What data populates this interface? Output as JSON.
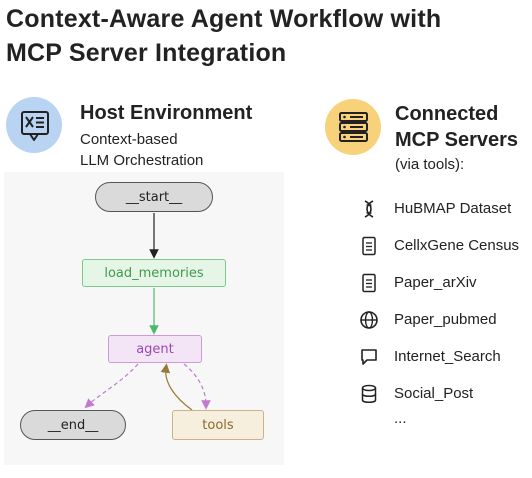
{
  "title": {
    "line1": "Context-Aware Agent Workflow with",
    "line2": "MCP Server Integration"
  },
  "host": {
    "icon": "chat-document-icon",
    "heading": "Host Environment",
    "sub1": "Context-based",
    "sub2": "LLM Orchestration"
  },
  "graph": {
    "nodes": {
      "start": "__start__",
      "load_memories": "load_memories",
      "agent": "agent",
      "end": "__end__",
      "tools": "tools"
    },
    "colors": {
      "start_end": "#dadada",
      "load_memories": "#7cc98a",
      "agent": "#cf9ad8",
      "tools": "#c9b48a"
    }
  },
  "mcp": {
    "icon": "server-stack-icon",
    "heading1": "Connected",
    "heading2": "MCP Servers",
    "sub": "(via tools):",
    "items": [
      {
        "label": "HuBMAP Dataset",
        "icon": "dna-icon"
      },
      {
        "label": "CellxGene Census",
        "icon": "document-icon"
      },
      {
        "label": "Paper_arXiv",
        "icon": "document-icon"
      },
      {
        "label": "Paper_pubmed",
        "icon": "globe-icon"
      },
      {
        "label": "Internet_Search",
        "icon": "chat-bubble-icon"
      },
      {
        "label": "Social_Post",
        "icon": "database-icon"
      }
    ],
    "more": "..."
  }
}
